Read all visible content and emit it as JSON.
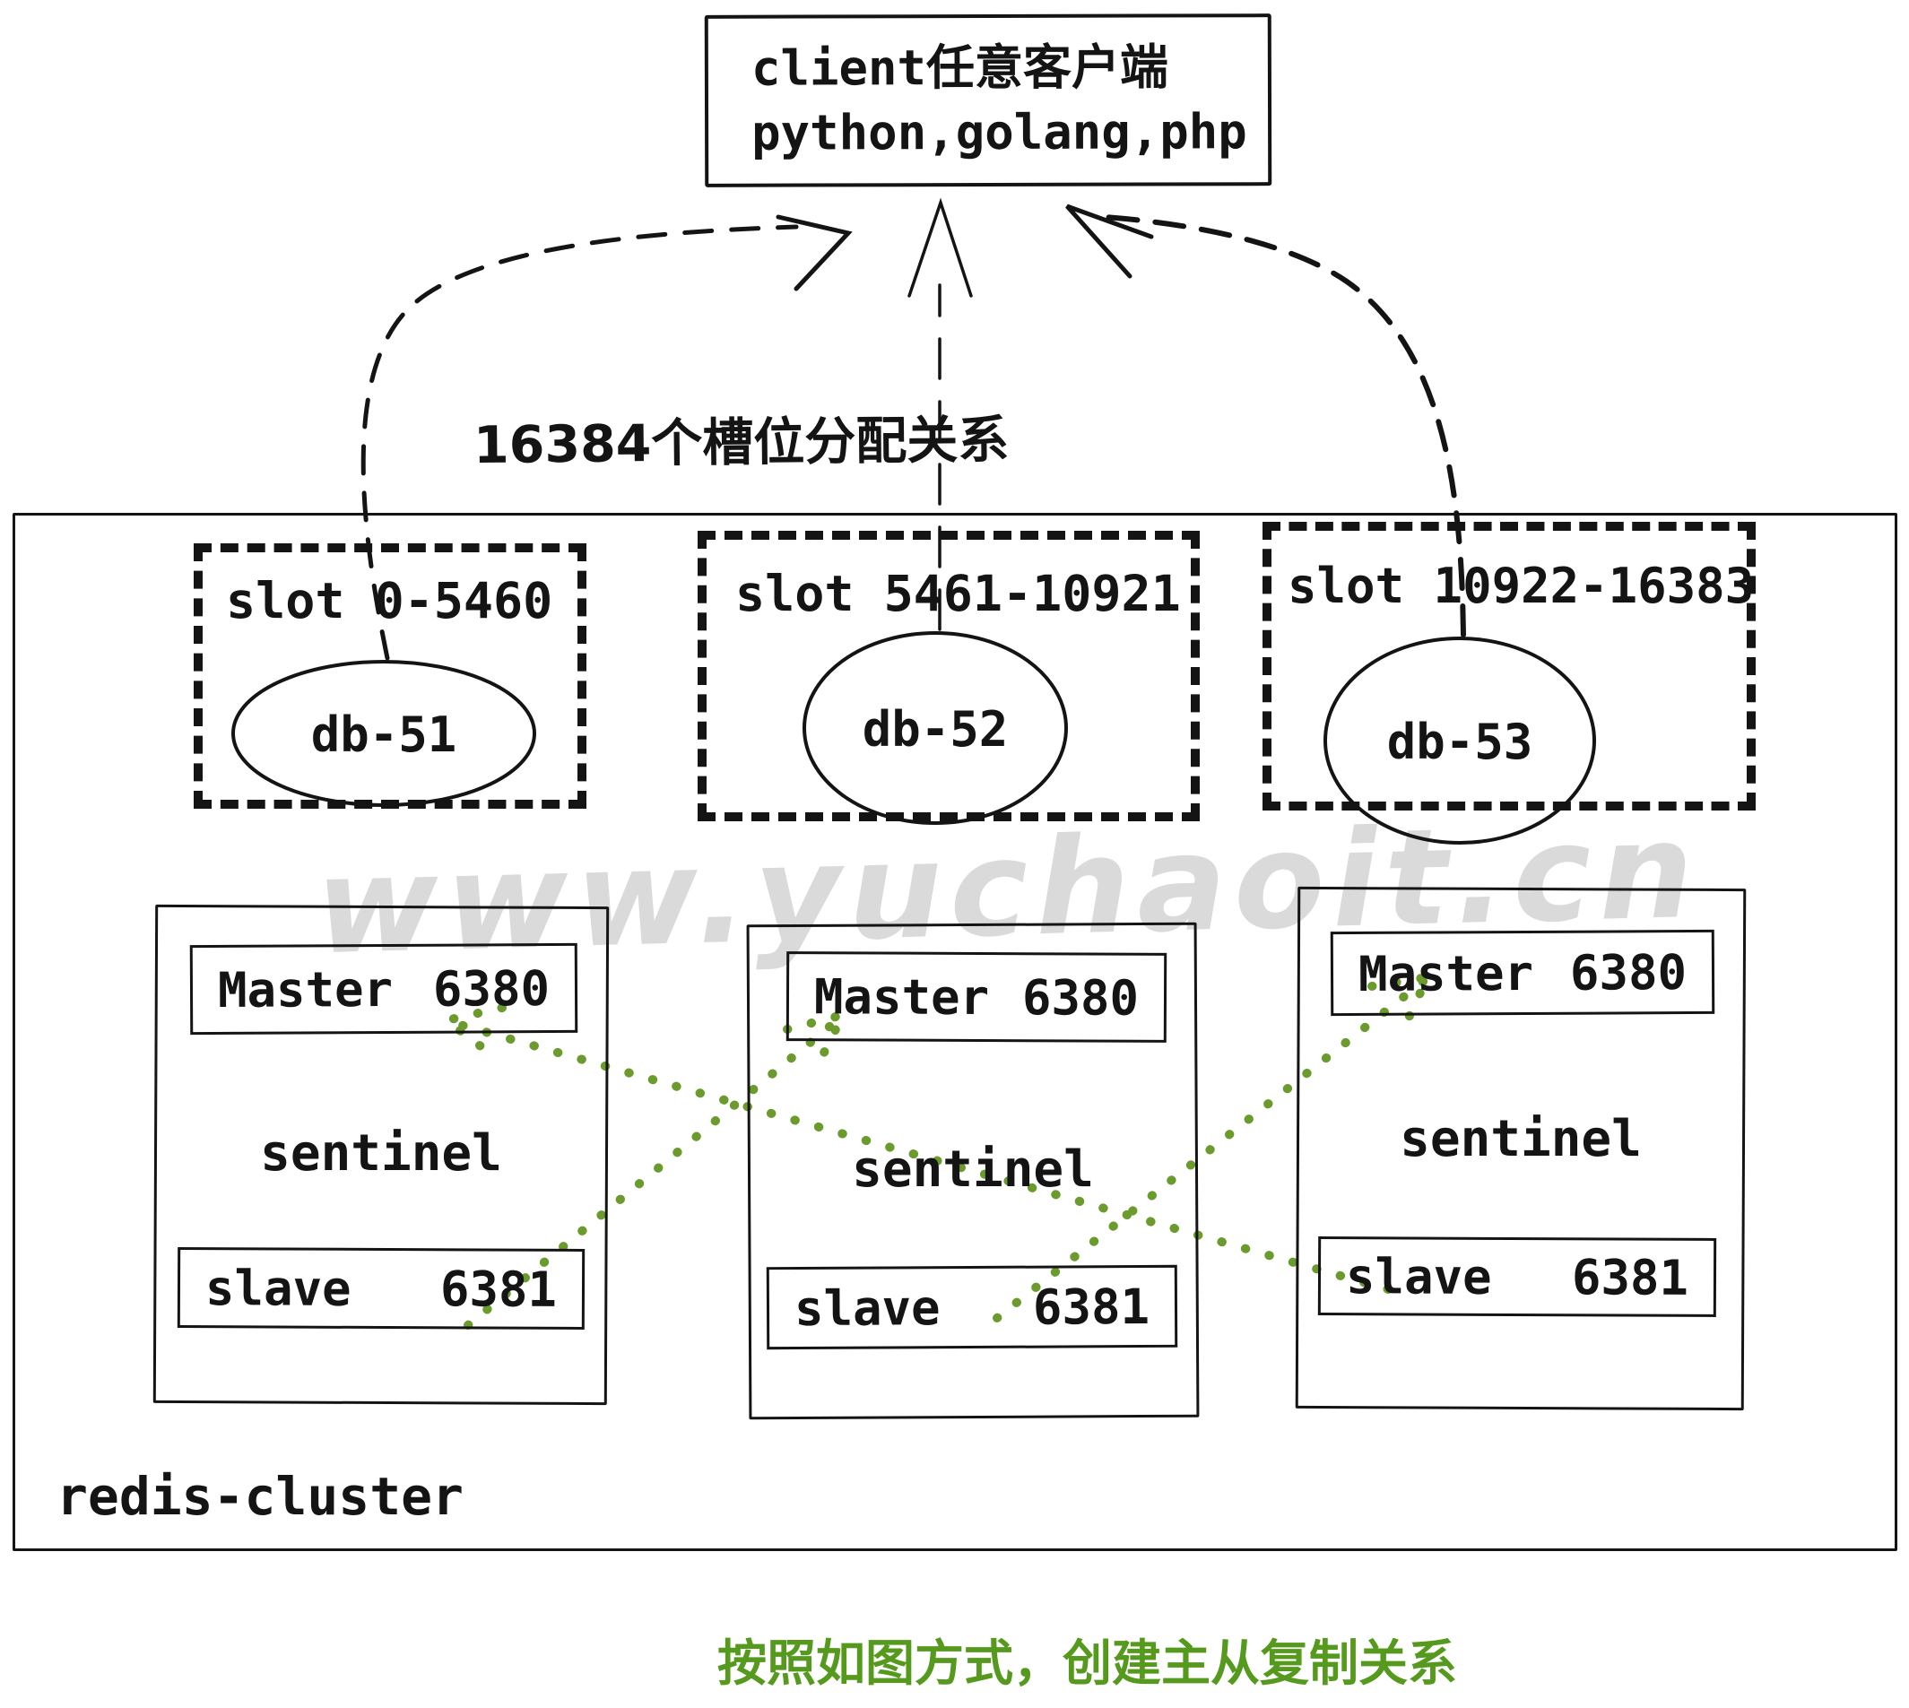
{
  "client": {
    "line1": "client任意客户端",
    "line2": "python,golang,php"
  },
  "slot_annotation": "16384个槽位分配关系",
  "cluster": {
    "label": "redis-cluster",
    "slots": [
      {
        "label": "slot 0-5460",
        "db": "db-51"
      },
      {
        "label": "slot 5461-10921",
        "db": "db-52"
      },
      {
        "label": "slot 10922-16383",
        "db": "db-53"
      }
    ],
    "nodes": [
      {
        "master_label": "Master",
        "master_port": "6380",
        "sentinel_label": "sentinel",
        "slave_label": "slave",
        "slave_port": "6381"
      },
      {
        "master_label": "Master",
        "master_port": "6380",
        "sentinel_label": "sentinel",
        "slave_label": "slave",
        "slave_port": "6381"
      },
      {
        "master_label": "Master",
        "master_port": "6380",
        "sentinel_label": "sentinel",
        "slave_label": "slave",
        "slave_port": "6381"
      }
    ]
  },
  "watermark": "www.yuchaoit.cn",
  "caption": "按照如图方式，创建主从复制关系",
  "colors": {
    "ink": "#141414",
    "replication_green": "#6a9b2c",
    "caption_green": "#55991d",
    "watermark_gray": "#dadada"
  }
}
